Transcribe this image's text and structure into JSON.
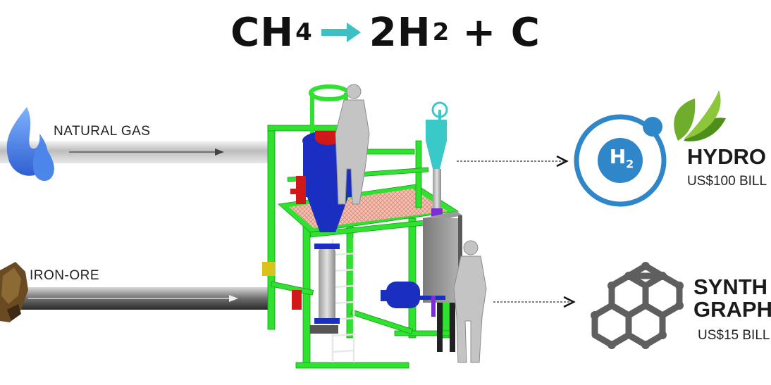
{
  "equation": {
    "reactant": "CH",
    "reactant_sub": "4",
    "product_h": "2H",
    "product_h_sub": "2",
    "plus_c": "+ C",
    "arrow_color": "#3dbfc4"
  },
  "inputs": {
    "natural_gas_label": "NATURAL GAS",
    "iron_ore_label": "IRON-ORE"
  },
  "outputs": {
    "hydrogen": {
      "badge": "H",
      "badge_sub": "2",
      "title": "HYDRO",
      "value": "US$100 BILL"
    },
    "graphite": {
      "title_line1": "SYNTH",
      "title_line2": "GRAPH",
      "value": "US$15 BILL"
    }
  },
  "colors": {
    "frame_green": "#2fe22f",
    "flame_blue": "#3f7fe6",
    "hydrogen_blue": "#2f86c8",
    "leaf_green": "#6fae2c",
    "hex_gray": "#5f5f5f",
    "vessel_blue": "#1a2fc0",
    "vessel_red": "#d01818"
  }
}
